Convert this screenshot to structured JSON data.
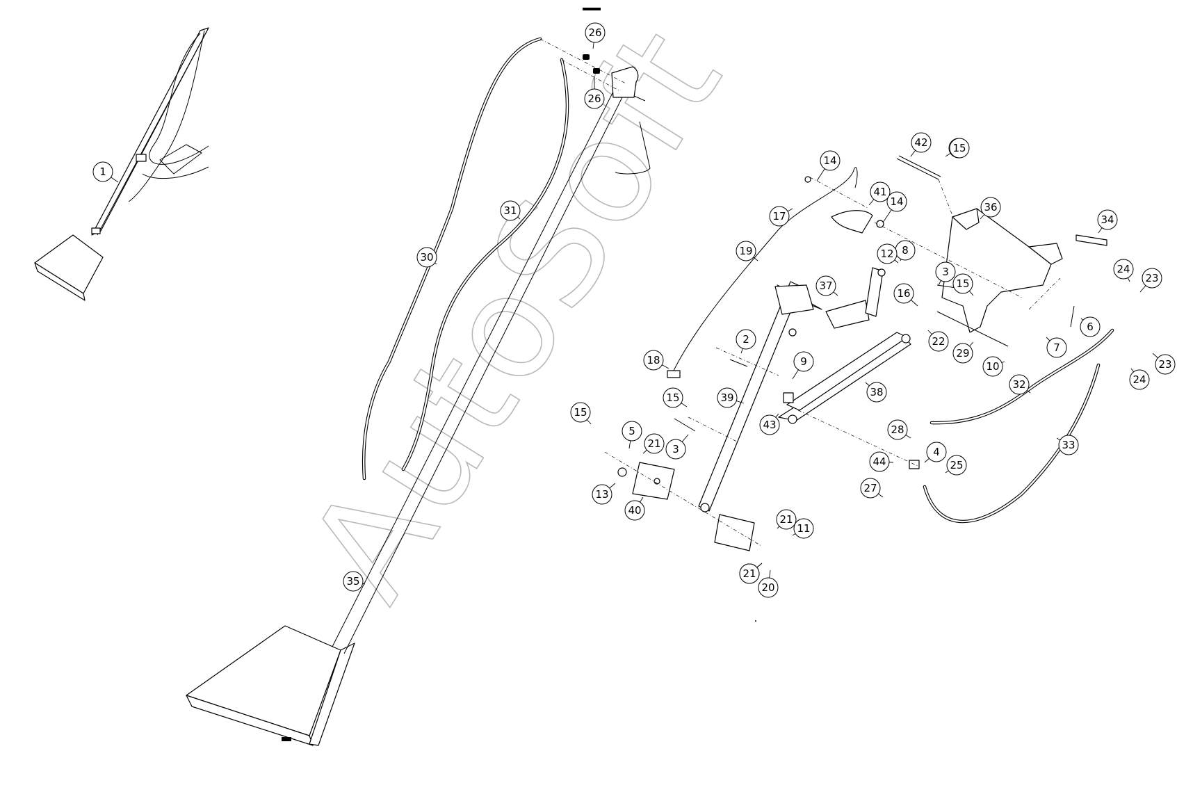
{
  "watermark": {
    "text": "AutoSoft"
  },
  "callouts": [
    "1",
    "2",
    "3",
    "3",
    "4",
    "5",
    "6",
    "7",
    "8",
    "9",
    "10",
    "11",
    "12",
    "13",
    "14",
    "14",
    "15",
    "15",
    "15",
    "15",
    "15",
    "16",
    "17",
    "18",
    "19",
    "20",
    "21",
    "21",
    "21",
    "21",
    "22",
    "23",
    "23",
    "24",
    "24",
    "25",
    "26",
    "26",
    "27",
    "28",
    "29",
    "30",
    "31",
    "32",
    "33",
    "34",
    "35",
    "36",
    "37",
    "38",
    "39",
    "40",
    "41",
    "42",
    "43",
    "44"
  ]
}
